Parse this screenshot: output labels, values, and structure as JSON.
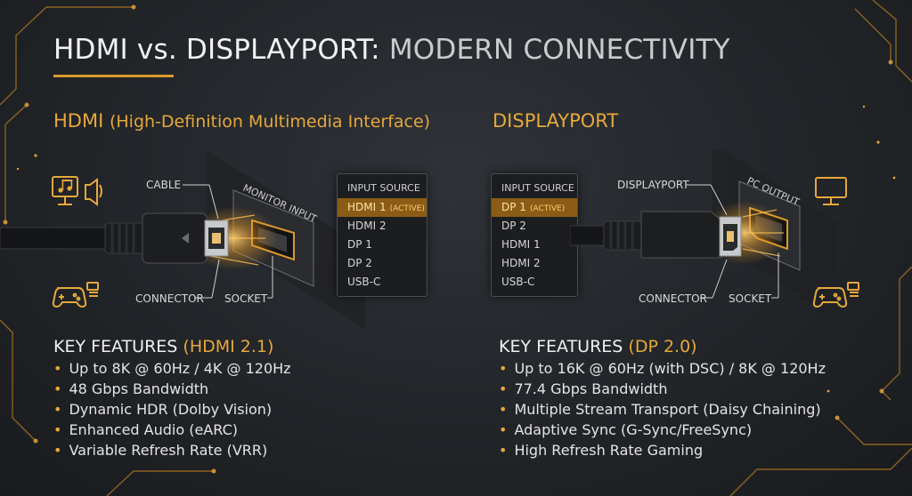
{
  "title": {
    "part1": "HDMI vs. DISPLAYPORT:",
    "part2": "MODERN CONNECTIVITY"
  },
  "hdmi": {
    "heading": "HDMI",
    "heading_sub": "(High-Definition Multimedia Interface)",
    "labels": {
      "cable": "CABLE",
      "connector": "CONNECTOR",
      "socket": "SOCKET",
      "panel": "MONITOR INPUT"
    },
    "menu": {
      "header": "INPUT SOURCE",
      "items": [
        {
          "label": "HDMI 1",
          "tag": "(ACTIVE)",
          "active": true
        },
        {
          "label": "HDMI 2",
          "tag": "",
          "active": false
        },
        {
          "label": "DP 1",
          "tag": "",
          "active": false
        },
        {
          "label": "DP 2",
          "tag": "",
          "active": false
        },
        {
          "label": "USB-C",
          "tag": "",
          "active": false
        }
      ]
    },
    "features": {
      "heading": "KEY FEATURES",
      "version": "(HDMI 2.1)",
      "items": [
        "Up to 8K @ 60Hz / 4K @ 120Hz",
        "48 Gbps Bandwidth",
        "Dynamic HDR (Dolby Vision)",
        "Enhanced Audio (eARC)",
        "Variable Refresh Rate (VRR)"
      ]
    }
  },
  "dp": {
    "heading": "DISPLAYPORT",
    "labels": {
      "cable": "DISPLAYPORT",
      "connector": "CONNECTOR",
      "socket": "SOCKET",
      "panel": "PC OUTPUT"
    },
    "menu": {
      "header": "INPUT SOURCE",
      "items": [
        {
          "label": "DP 1",
          "tag": "(ACTIVE)",
          "active": true
        },
        {
          "label": "DP 2",
          "tag": "",
          "active": false
        },
        {
          "label": "HDMI 1",
          "tag": "",
          "active": false
        },
        {
          "label": "HDMI 2",
          "tag": "",
          "active": false
        },
        {
          "label": "USB-C",
          "tag": "",
          "active": false
        }
      ]
    },
    "features": {
      "heading": "KEY FEATURES",
      "version": "(DP 2.0)",
      "items": [
        "Up to 16K @ 60Hz (with DSC) / 8K @ 120Hz",
        "77.4 Gbps Bandwidth",
        "Multiple Stream Transport (Daisy Chaining)",
        "Adaptive Sync (G-Sync/FreeSync)",
        "High Refresh Rate Gaming"
      ]
    }
  },
  "icons": {
    "hdmi_top": "music-speaker-monitor-icon",
    "hdmi_bottom": "gamepad-console-icon",
    "dp_top": "monitor-icon",
    "dp_bottom": "gamepad-console-icon"
  },
  "colors": {
    "accent": "#e6a83b",
    "active_bg": "#8a5c16",
    "background": "#24272b"
  }
}
